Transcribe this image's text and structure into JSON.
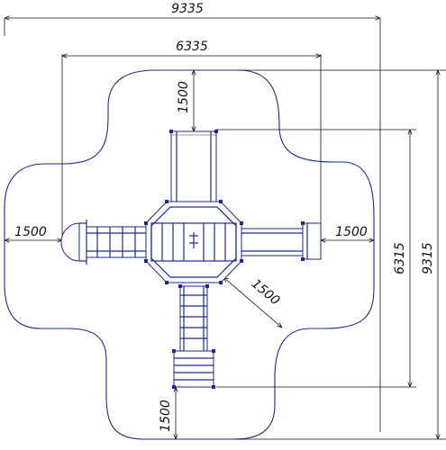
{
  "dimensions": {
    "overall_width": "9335",
    "inner_width": "6335",
    "top_clearance": "1500",
    "left_clearance": "1500",
    "right_clearance": "1500",
    "diagonal_clearance": "1500",
    "bottom_clearance": "1500",
    "inner_height": "6315",
    "overall_height": "9315"
  },
  "colors": {
    "line": "#1f2a8c",
    "dimension": "#111111"
  }
}
